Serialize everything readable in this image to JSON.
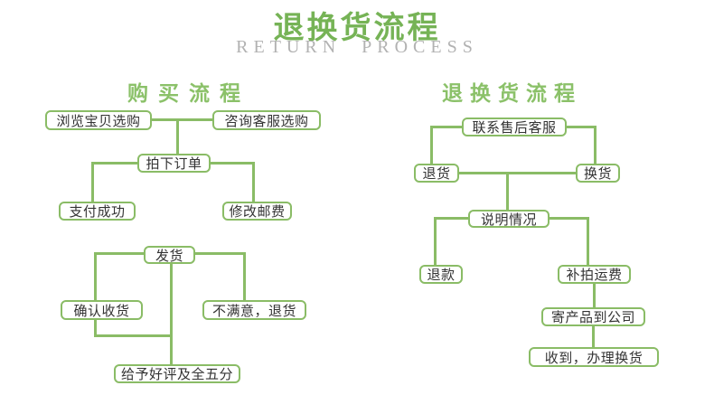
{
  "header": {
    "title": "退换货流程",
    "subtitle": "RETURN PROCESS"
  },
  "colors": {
    "title_green": "#76b356",
    "section_green": "#8bc169",
    "line_green": "#8abc66",
    "subtitle_gray": "#b2b2b2",
    "node_text": "#333333"
  },
  "left_chart": {
    "title": "购买流程",
    "nodes": [
      {
        "id": "browse",
        "label": "浏览宝贝选购"
      },
      {
        "id": "consult",
        "label": "咨询客服选购"
      },
      {
        "id": "order",
        "label": "拍下订单"
      },
      {
        "id": "pay",
        "label": "支付成功"
      },
      {
        "id": "postage",
        "label": "修改邮费"
      },
      {
        "id": "ship",
        "label": "发货"
      },
      {
        "id": "confirm",
        "label": "确认收货"
      },
      {
        "id": "unsatisfied",
        "label": "不满意，退货"
      },
      {
        "id": "review",
        "label": "给予好评及全五分"
      }
    ],
    "edges": [
      {
        "from": "browse",
        "to": "order"
      },
      {
        "from": "consult",
        "to": "order"
      },
      {
        "from": "order",
        "to": "pay"
      },
      {
        "from": "order",
        "to": "postage"
      },
      {
        "from": "ship",
        "to": "confirm"
      },
      {
        "from": "ship",
        "to": "unsatisfied"
      },
      {
        "from": "ship",
        "to": "review"
      },
      {
        "from": "confirm",
        "to": "review"
      }
    ]
  },
  "right_chart": {
    "title": "退换货流程",
    "nodes": [
      {
        "id": "contact",
        "label": "联系售后客服"
      },
      {
        "id": "return",
        "label": "退货"
      },
      {
        "id": "exchange",
        "label": "换货"
      },
      {
        "id": "explain",
        "label": "说明情况"
      },
      {
        "id": "refund",
        "label": "退款"
      },
      {
        "id": "shipping_fee",
        "label": "补拍运费"
      },
      {
        "id": "send_product",
        "label": "寄产品到公司"
      },
      {
        "id": "received",
        "label": "收到，办理换货"
      }
    ],
    "edges": [
      {
        "from": "contact",
        "to": "return"
      },
      {
        "from": "contact",
        "to": "exchange"
      },
      {
        "from": "return",
        "to": "explain"
      },
      {
        "from": "exchange",
        "to": "explain"
      },
      {
        "from": "explain",
        "to": "refund"
      },
      {
        "from": "explain",
        "to": "shipping_fee"
      },
      {
        "from": "shipping_fee",
        "to": "send_product"
      },
      {
        "from": "send_product",
        "to": "received"
      }
    ]
  }
}
